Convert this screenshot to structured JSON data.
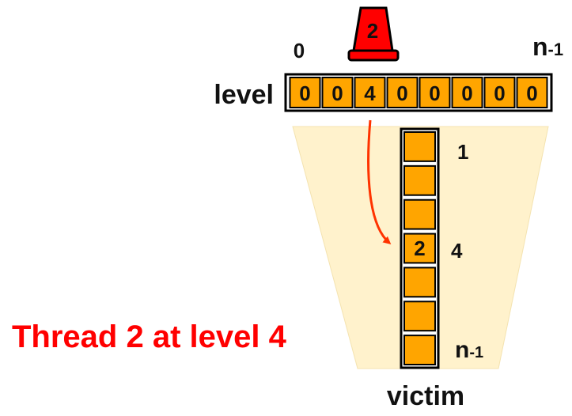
{
  "colors": {
    "cell_fill": "#FFA500",
    "cell_stroke": "#000000",
    "trapezoid_fill": "#FFF2CC",
    "thread_marker": "#FF0000",
    "caption": "#FF0000",
    "arrow": "#FF3300",
    "text": "#111111"
  },
  "level_array": {
    "label": "level",
    "start_index_label": "0",
    "end_index_label_main": "n",
    "end_index_label_sub": "-1",
    "values": [
      "0",
      "0",
      "4",
      "0",
      "0",
      "0",
      "0",
      "0"
    ]
  },
  "thread_marker": {
    "label": "2",
    "icon": "traffic-cone-icon",
    "level_index": 2
  },
  "victim_array": {
    "label": "victim",
    "cells": [
      "",
      "",
      "",
      "2",
      "",
      "",
      ""
    ],
    "side_labels": {
      "top": "1",
      "middle": "4",
      "bottom_main": "n",
      "bottom_sub": "-1"
    }
  },
  "caption": "Thread 2 at level 4"
}
